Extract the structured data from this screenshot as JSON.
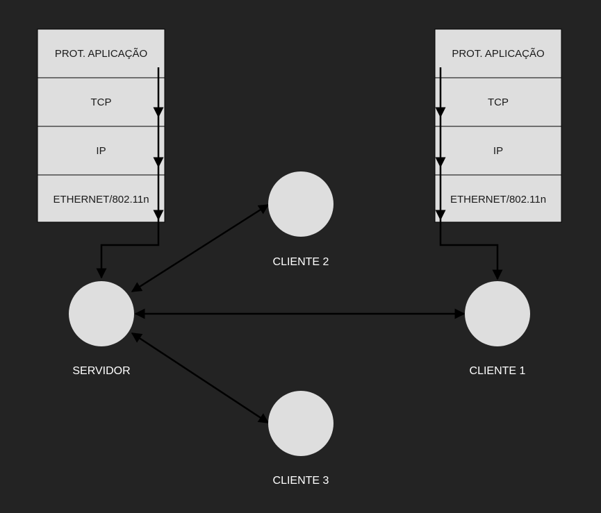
{
  "left_stack": {
    "layers": [
      "PROT. APLICAÇÃO",
      "TCP",
      "IP",
      "ETHERNET/802.11n"
    ]
  },
  "right_stack": {
    "layers": [
      "PROT. APLICAÇÃO",
      "TCP",
      "IP",
      "ETHERNET/802.11n"
    ]
  },
  "nodes": {
    "servidor": "SERVIDOR",
    "cliente1": "CLIENTE 1",
    "cliente2": "CLIENTE 2",
    "cliente3": "CLIENTE 3"
  },
  "colors": {
    "background": "#232323",
    "box_fill": "#dedede",
    "line": "#000000",
    "label": "#ffffff"
  }
}
